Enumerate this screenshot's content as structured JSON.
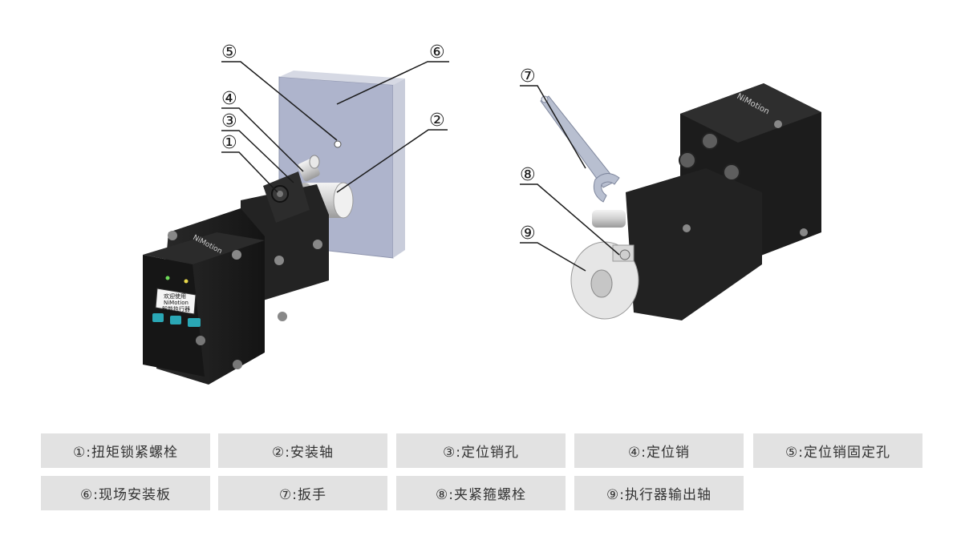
{
  "callouts": {
    "c1": "①",
    "c2": "②",
    "c3": "③",
    "c4": "④",
    "c5": "⑤",
    "c6": "⑥",
    "c7": "⑦",
    "c8": "⑧",
    "c9": "⑨"
  },
  "motor": {
    "brand": "NiMotion",
    "screen_lines": [
      "欢迎使用",
      "NiMotion",
      "智能执行器"
    ]
  },
  "legend": [
    "①:扭矩锁紧螺栓",
    "②:安装轴",
    "③:定位销孔",
    "④:定位销",
    "⑤:定位销固定孔",
    "⑥:现场安装板",
    "⑦:扳手",
    "⑧:夹紧箍螺栓",
    "⑨:执行器输出轴"
  ],
  "colors": {
    "legend_bg": "#e2e2e2",
    "plate": "#aeb4cc",
    "motor_body": "#1e1e1e",
    "screen_button": "#2aa7b5"
  }
}
